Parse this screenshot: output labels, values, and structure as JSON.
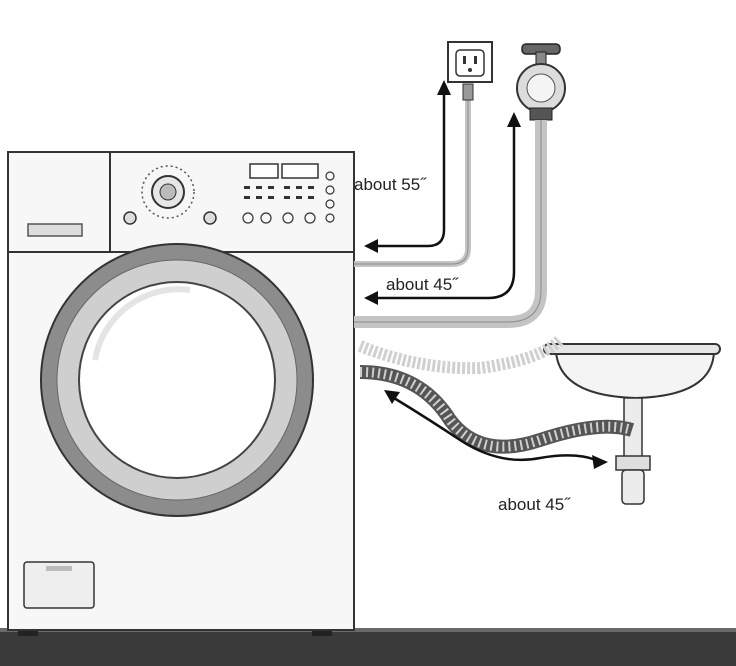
{
  "labels": {
    "power_cord_length": "about 55˝",
    "water_hose_length": "about 45˝",
    "drain_hose_length": "about 45˝"
  },
  "icons": [
    "power-outlet-icon",
    "water-faucet-icon",
    "sink-icon",
    "drain-pipe-icon",
    "washing-machine-icon"
  ],
  "colors": {
    "outline": "#333333",
    "hose": "#bdbdbd",
    "floor": "#3a3a3a",
    "door_ring": "#8c8c8c",
    "arrow": "#111111"
  }
}
